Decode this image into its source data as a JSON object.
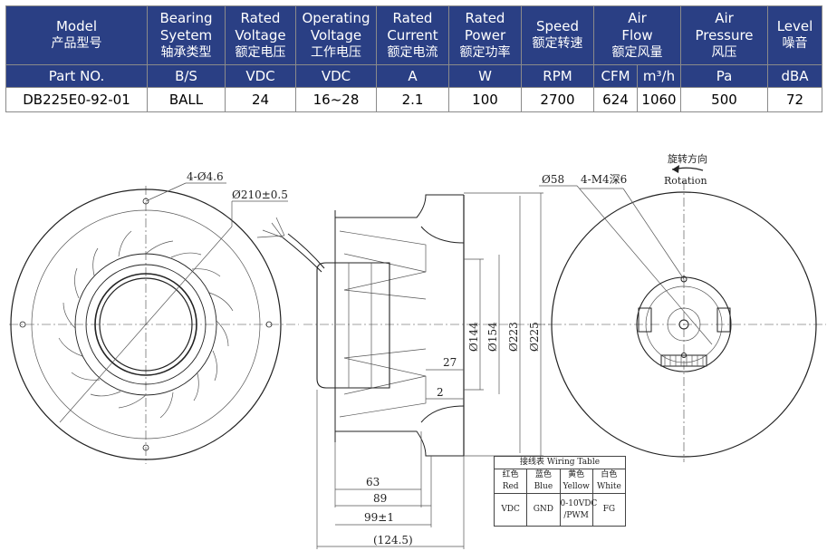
{
  "spec_table": {
    "headers": [
      {
        "en": "Model",
        "en2": "",
        "zh": "产品型号"
      },
      {
        "en": "Bearing",
        "en2": "Syetem",
        "zh": "轴承类型"
      },
      {
        "en": "Rated",
        "en2": "Voltage",
        "zh": "额定电压"
      },
      {
        "en": "Operating",
        "en2": "Voltage",
        "zh": "工作电压"
      },
      {
        "en": "Rated",
        "en2": "Current",
        "zh": "额定电流"
      },
      {
        "en": "Rated",
        "en2": "Power",
        "zh": "额定功率"
      },
      {
        "en": "Speed",
        "en2": "",
        "zh": "额定转速"
      },
      {
        "en": "Air",
        "en2": "Flow",
        "zh": "额定风量"
      },
      {
        "en": "Air",
        "en2": "Pressure",
        "zh": "风压"
      },
      {
        "en": "Level",
        "en2": "",
        "zh": "噪音"
      }
    ],
    "units": [
      "Part NO.",
      "B/S",
      "VDC",
      "VDC",
      "A",
      "W",
      "RPM",
      "CFM",
      "m³/h",
      "Pa",
      "dBA"
    ],
    "values": [
      "DB225E0-92-01",
      "BALL",
      "24",
      "16~28",
      "2.1",
      "100",
      "2700",
      "624",
      "1060",
      "500",
      "72"
    ]
  },
  "drawing": {
    "front_view": {
      "holes": "4-Ø4.6",
      "pcd": "Ø210±0.5"
    },
    "side_view": {
      "diameters": [
        "Ø144",
        "Ø154",
        "Ø223",
        "Ø225"
      ],
      "dims": [
        "27",
        "2",
        "63",
        "89",
        "99±1",
        "(124.5)"
      ]
    },
    "back_view": {
      "hub": "Ø58",
      "holes": "4-M4深6",
      "rotation_zh": "旋转方向",
      "rotation_en": "Rotation"
    }
  },
  "wiring_table": {
    "title": "接线表 Wiring Table",
    "colors": [
      {
        "zh": "红色",
        "en": "Red",
        "func": "VDC",
        "func2": ""
      },
      {
        "zh": "蓝色",
        "en": "Blue",
        "func": "GND",
        "func2": ""
      },
      {
        "zh": "黄色",
        "en": "Yellow",
        "func": "0-10VDC",
        "func2": "/PWM"
      },
      {
        "zh": "白色",
        "en": "White",
        "func": "FG",
        "func2": ""
      }
    ]
  }
}
